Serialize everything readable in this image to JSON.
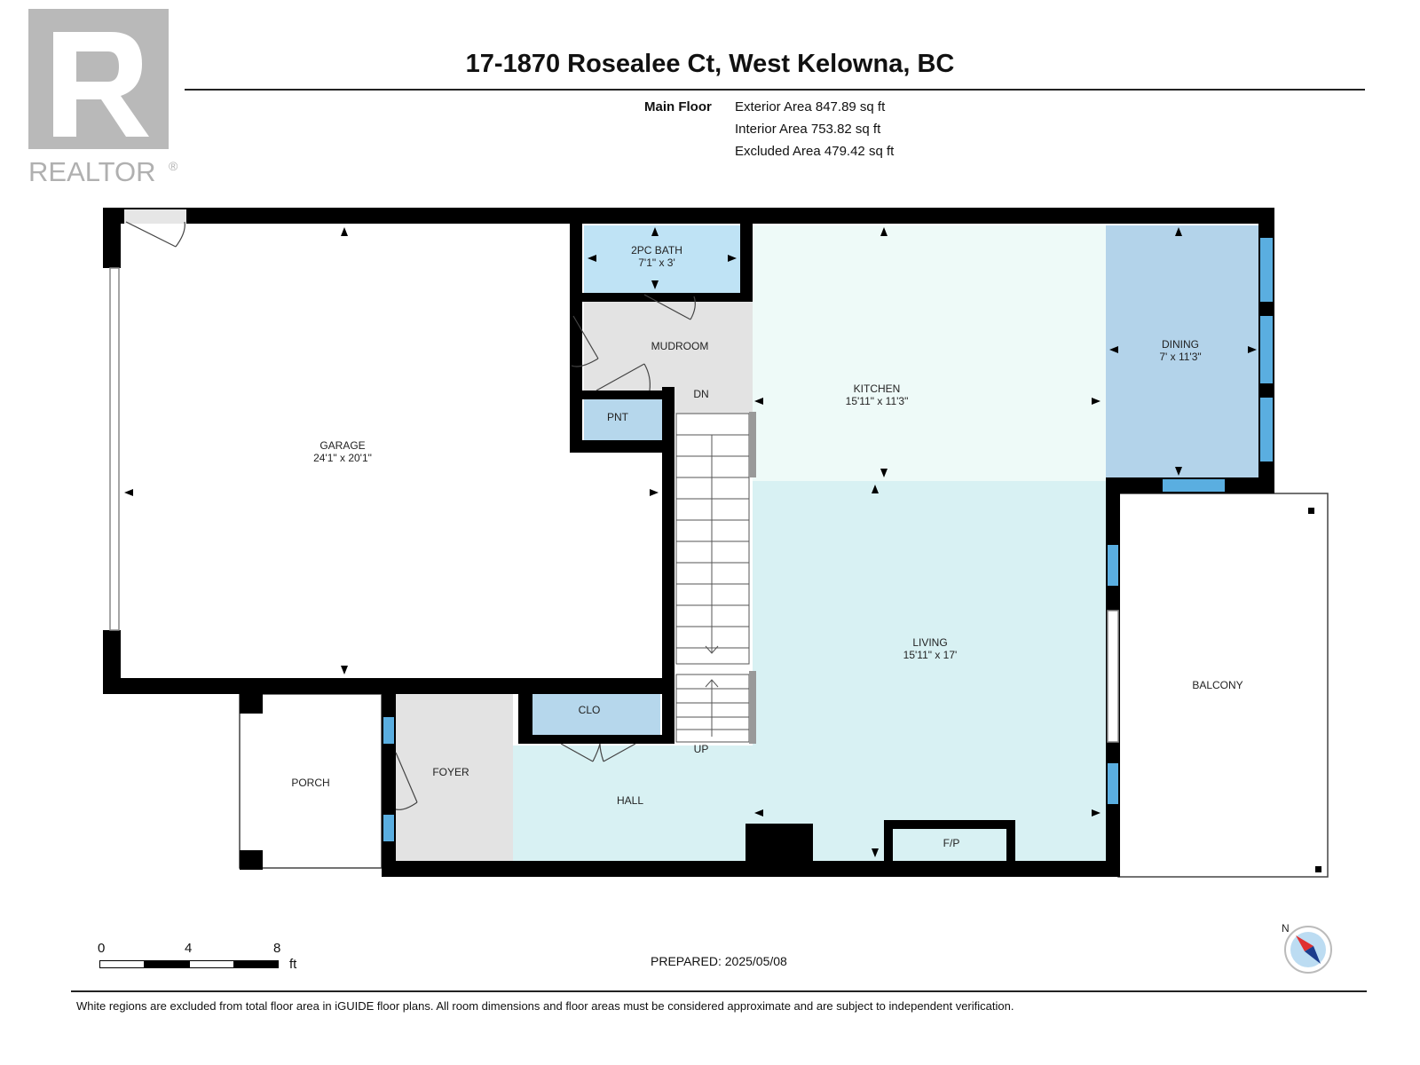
{
  "logo": {
    "text": "REALTOR",
    "mark": "®"
  },
  "header": {
    "title": "17-1870 Rosealee Ct, West Kelowna, BC"
  },
  "summary": {
    "floor": "Main Floor",
    "exterior": "Exterior Area 847.89 sq ft",
    "interior": "Interior Area 753.82 sq ft",
    "excluded": "Excluded Area 479.42 sq ft"
  },
  "rooms": {
    "bath": {
      "name": "2PC BATH",
      "dims": "7'1\" x 3'"
    },
    "mudroom": {
      "name": "MUDROOM"
    },
    "pnt": {
      "name": "PNT"
    },
    "garage": {
      "name": "GARAGE",
      "dims": "24'1\" x 20'1\""
    },
    "kitchen": {
      "name": "KITCHEN",
      "dims": "15'11\" x 11'3\""
    },
    "dining": {
      "name": "DINING",
      "dims": "7' x 11'3\""
    },
    "living": {
      "name": "LIVING",
      "dims": "15'11\" x 17'"
    },
    "balcony": {
      "name": "BALCONY"
    },
    "clo": {
      "name": "CLO"
    },
    "porch": {
      "name": "PORCH"
    },
    "foyer": {
      "name": "FOYER"
    },
    "hall": {
      "name": "HALL"
    },
    "fp": {
      "name": "F/P"
    }
  },
  "stairs": {
    "down": "DN",
    "up": "UP"
  },
  "scale": {
    "ticks": [
      "0",
      "4",
      "8"
    ],
    "unit": "ft"
  },
  "prepared": "PREPARED: 2025/05/08",
  "compass": {
    "label": "N"
  },
  "footer": {
    "note": "White regions are excluded from total floor area in iGUIDE floor plans. All room dimensions and floor areas must be considered approximate and are subject to independent verification."
  },
  "colors": {
    "wall": "#000000",
    "bath": "#bfe3f5",
    "mudroom": "#e3e3e3",
    "kitchen": "#eefaf8",
    "dining": "#b3d3ea",
    "living": "#d8f1f3",
    "closet": "#b6d7ec",
    "window": "#5aaee0"
  }
}
